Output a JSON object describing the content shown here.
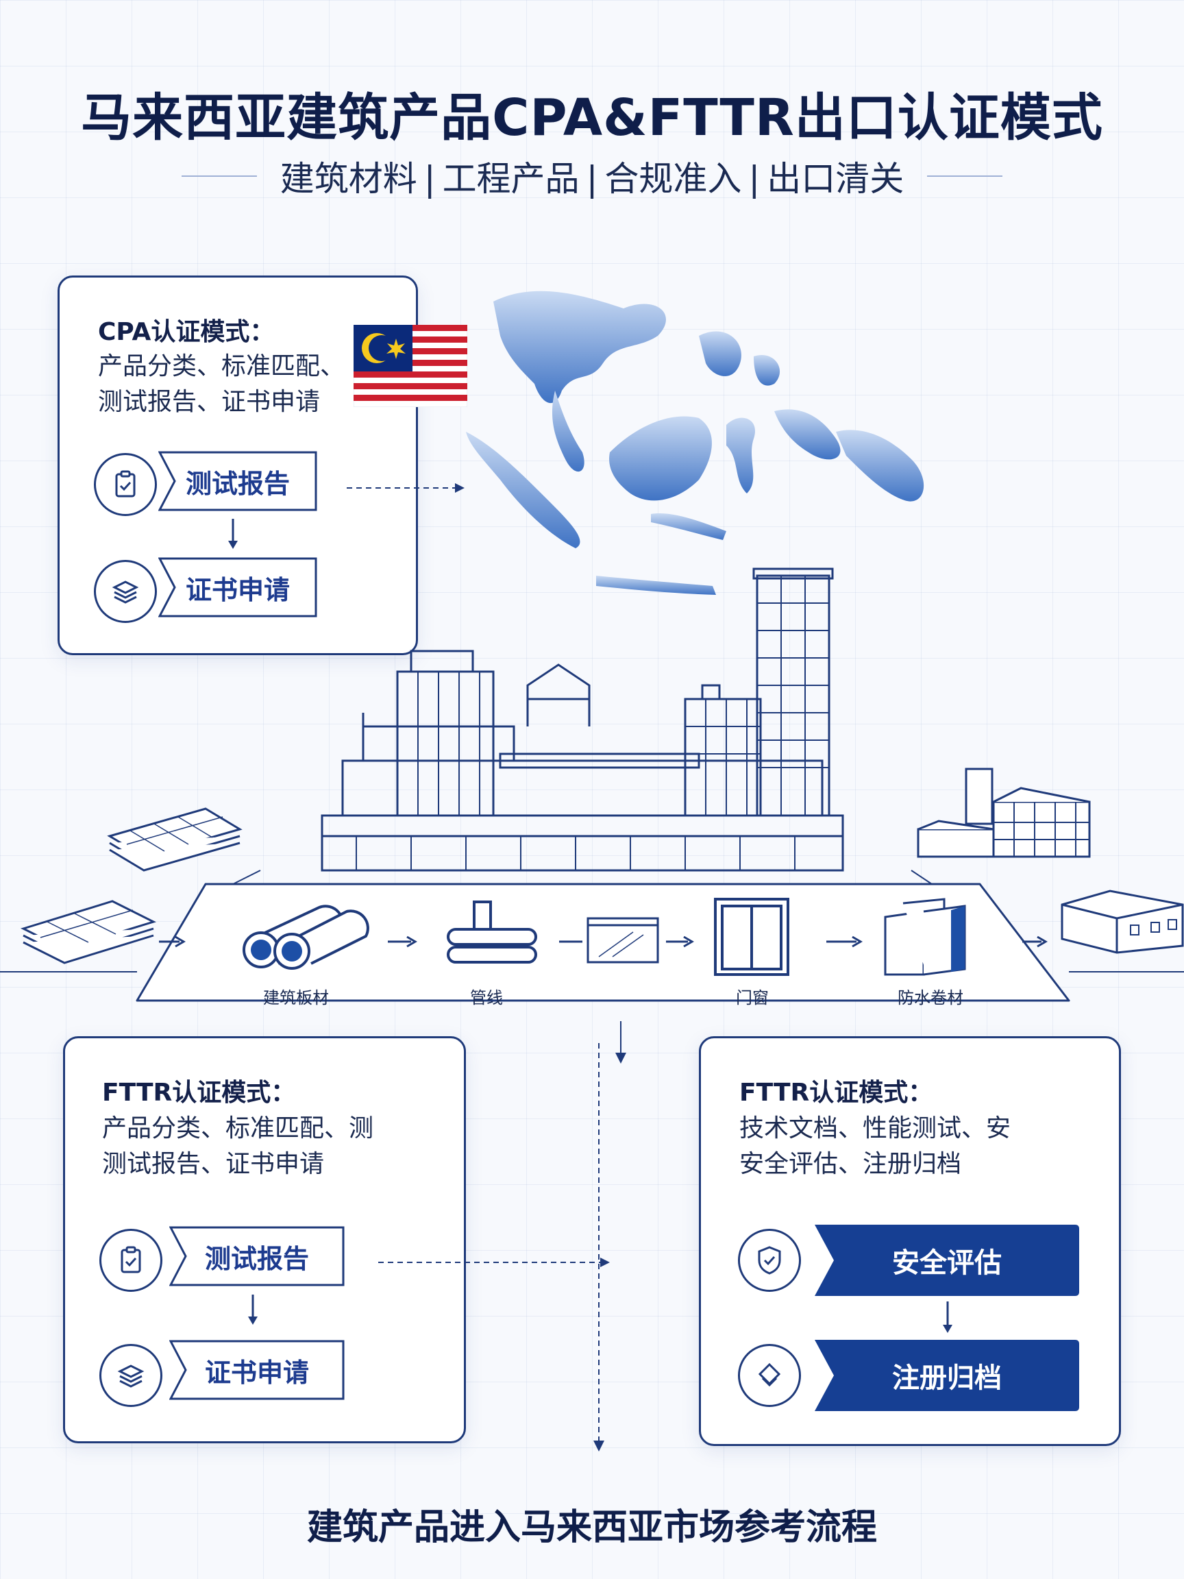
{
  "title": "马来西亚建筑产品CPA&FTTR出口认证模式",
  "subtitle": [
    "建筑材料",
    "工程产品",
    "合规准入",
    "出口清关"
  ],
  "cpa_card": {
    "title": "CPA认证模式：",
    "desc_lines": [
      "产品分类、标准匹配、",
      "测试报告、证书申请"
    ],
    "steps": [
      {
        "label": "测试报告",
        "icon": "clipboard-check-icon"
      },
      {
        "label": "证书申请",
        "icon": "stacked-layers-icon"
      }
    ]
  },
  "fttr_left_card": {
    "title": "FTTR认证模式：",
    "desc_lines": [
      "产品分类、标准匹配、测",
      "测试报告、证书申请"
    ],
    "steps": [
      {
        "label": "测试报告",
        "icon": "clipboard-check-icon"
      },
      {
        "label": "证书申请",
        "icon": "stacked-layers-icon"
      }
    ]
  },
  "fttr_right_card": {
    "title": "FTTR认证模式：",
    "desc_lines": [
      "技术文档、性能测试、安",
      "安全评估、注册归档"
    ],
    "steps": [
      {
        "label": "安全评估",
        "icon": "shield-check-icon"
      },
      {
        "label": "注册归档",
        "icon": "diamond-layers-icon"
      }
    ]
  },
  "products": [
    {
      "label": "建筑板材",
      "icon": "pipes-icon"
    },
    {
      "label": "管线",
      "icon": "pipe-fitting-icon"
    },
    {
      "label": "",
      "icon": "glass-panel-icon"
    },
    {
      "label": "门窗",
      "icon": "window-frame-icon"
    },
    {
      "label": "防水卷材",
      "icon": "waterproof-roll-icon"
    }
  ],
  "footer": "建筑产品进入马来西亚市场参考流程",
  "colors": {
    "navy": "#1f3a7a",
    "accent": "#1d4fa6",
    "map_blue": "#4a7ecb",
    "flag_red": "#cc1f2e",
    "flag_blue": "#0b2a7a",
    "flag_yellow": "#f6c91e"
  }
}
